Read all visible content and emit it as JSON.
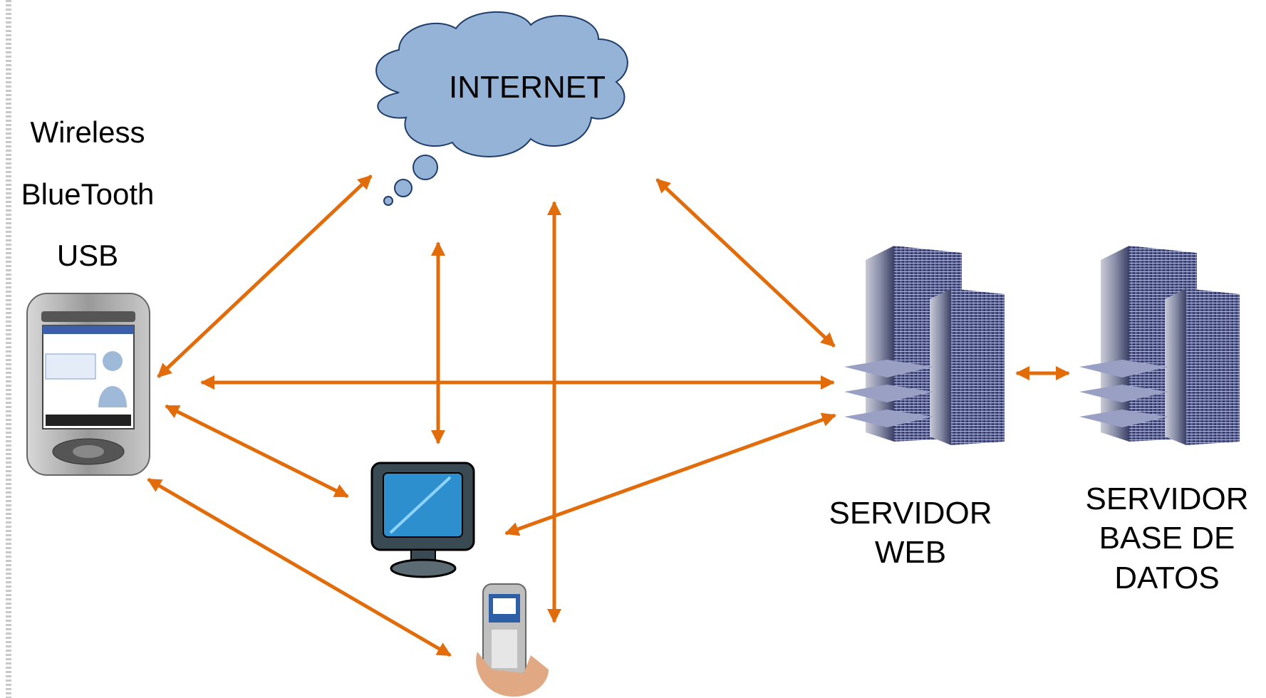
{
  "cloud": {
    "label": "INTERNET"
  },
  "connectivity": {
    "items": [
      "Wireless",
      "BlueTooth",
      "USB"
    ]
  },
  "servers": {
    "web": {
      "lines": [
        "SERVIDOR",
        "WEB"
      ]
    },
    "database": {
      "lines": [
        "SERVIDOR",
        "BASE DE",
        "DATOS"
      ]
    }
  },
  "colors": {
    "arrow": "#E36C0A",
    "cloud_fill": "#95B3D7",
    "cloud_stroke": "#1F3D6B"
  },
  "devices": {
    "pda_icon": "pda-icon",
    "monitor_icon": "monitor-icon",
    "phone_icon": "mobile-phone-icon",
    "server_icon": "server-rack-icon"
  }
}
